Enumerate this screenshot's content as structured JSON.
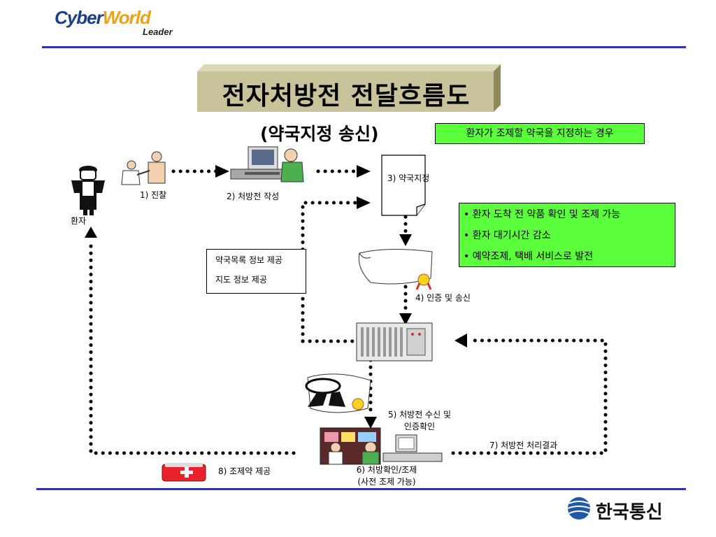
{
  "logo": {
    "main_a": "Cyber",
    "main_b": "World",
    "sub": "Leader"
  },
  "title": "전자처방전 전달흐름도",
  "subtitle": "(약국지정 송신)",
  "note": "환자가 조제할 약국을 지정하는 경우",
  "benefits": [
    "• 환자 도착 전 약품 확인 및 조제 가능",
    "• 환자 대기시간 감소",
    "• 예약조제, 택배 서비스로 발전"
  ],
  "info_box": [
    "약국목록 정보 제공",
    "지도 정보 제공"
  ],
  "labels": {
    "patient": "환자",
    "step1": "1) 진찰",
    "step2": "2) 처방전 작성",
    "step3": "3) 약국지정",
    "step4": "4) 인증 및 송신",
    "step5_a": "5) 처방전 수신 및",
    "step5_b": "인증확인",
    "step6_a": "6) 처방확인/조제",
    "step6_b": "(사전 조제 가능)",
    "step7": "7) 처방전 처리결과",
    "step8": "8) 조제약 제공"
  },
  "company": "한국통신",
  "colors": {
    "accent_line": "#2b34b0",
    "note_green": "#5cff3c",
    "arrow": "#000000"
  }
}
